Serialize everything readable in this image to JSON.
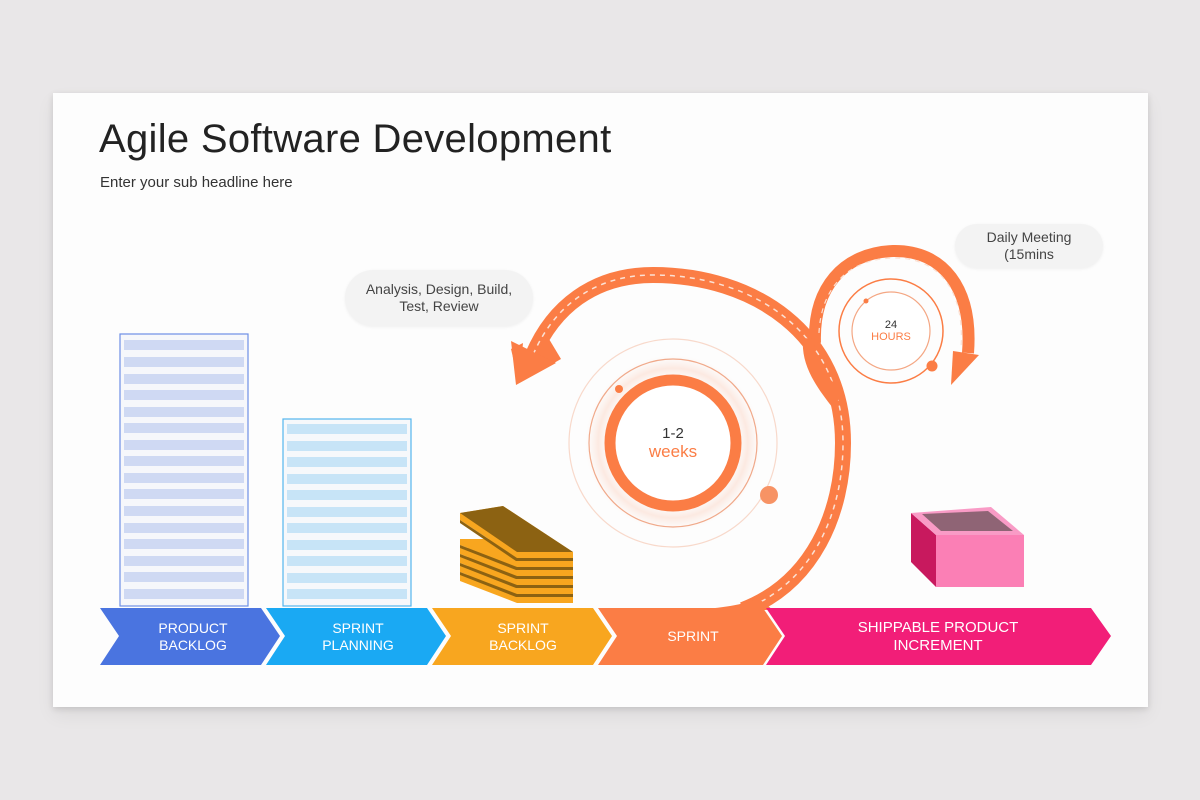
{
  "slide": {
    "title": "Agile Software Development",
    "subtitle": "Enter your sub headline here"
  },
  "bubbles": {
    "cycle_activities": {
      "line1": "Analysis, Design, Build,",
      "line2": "Test, Review"
    },
    "daily_meeting": {
      "line1": "Daily Meeting",
      "line2": "(15mins"
    }
  },
  "sprint_cycle": {
    "value": "1-2",
    "unit": "weeks"
  },
  "daily_cycle": {
    "value": "24",
    "unit": "HOURS"
  },
  "process_steps": [
    {
      "line1": "PRODUCT",
      "line2": "BACKLOG",
      "color": "#4a74e0"
    },
    {
      "line1": "SPRINT",
      "line2": "PLANNING",
      "color": "#1aa9f3"
    },
    {
      "line1": "SPRINT",
      "line2": "BACKLOG",
      "color": "#f8a61f"
    },
    {
      "line1": "SPRINT",
      "line2": "",
      "color": "#fb7d45"
    },
    {
      "line1": "SHIPPABLE PRODUCT",
      "line2": "INCREMENT",
      "color": "#f21e78"
    }
  ],
  "colors": {
    "accent_orange": "#fb7d45",
    "product_backlog_doc": "#cfd9f3",
    "sprint_planning_doc": "#c7e4f7",
    "papers_top": "#8c6212",
    "papers_edge": "#f8a61f",
    "box_side": "#c8195e",
    "box_front": "#fb7fb5",
    "box_inside": "#8f6475"
  }
}
